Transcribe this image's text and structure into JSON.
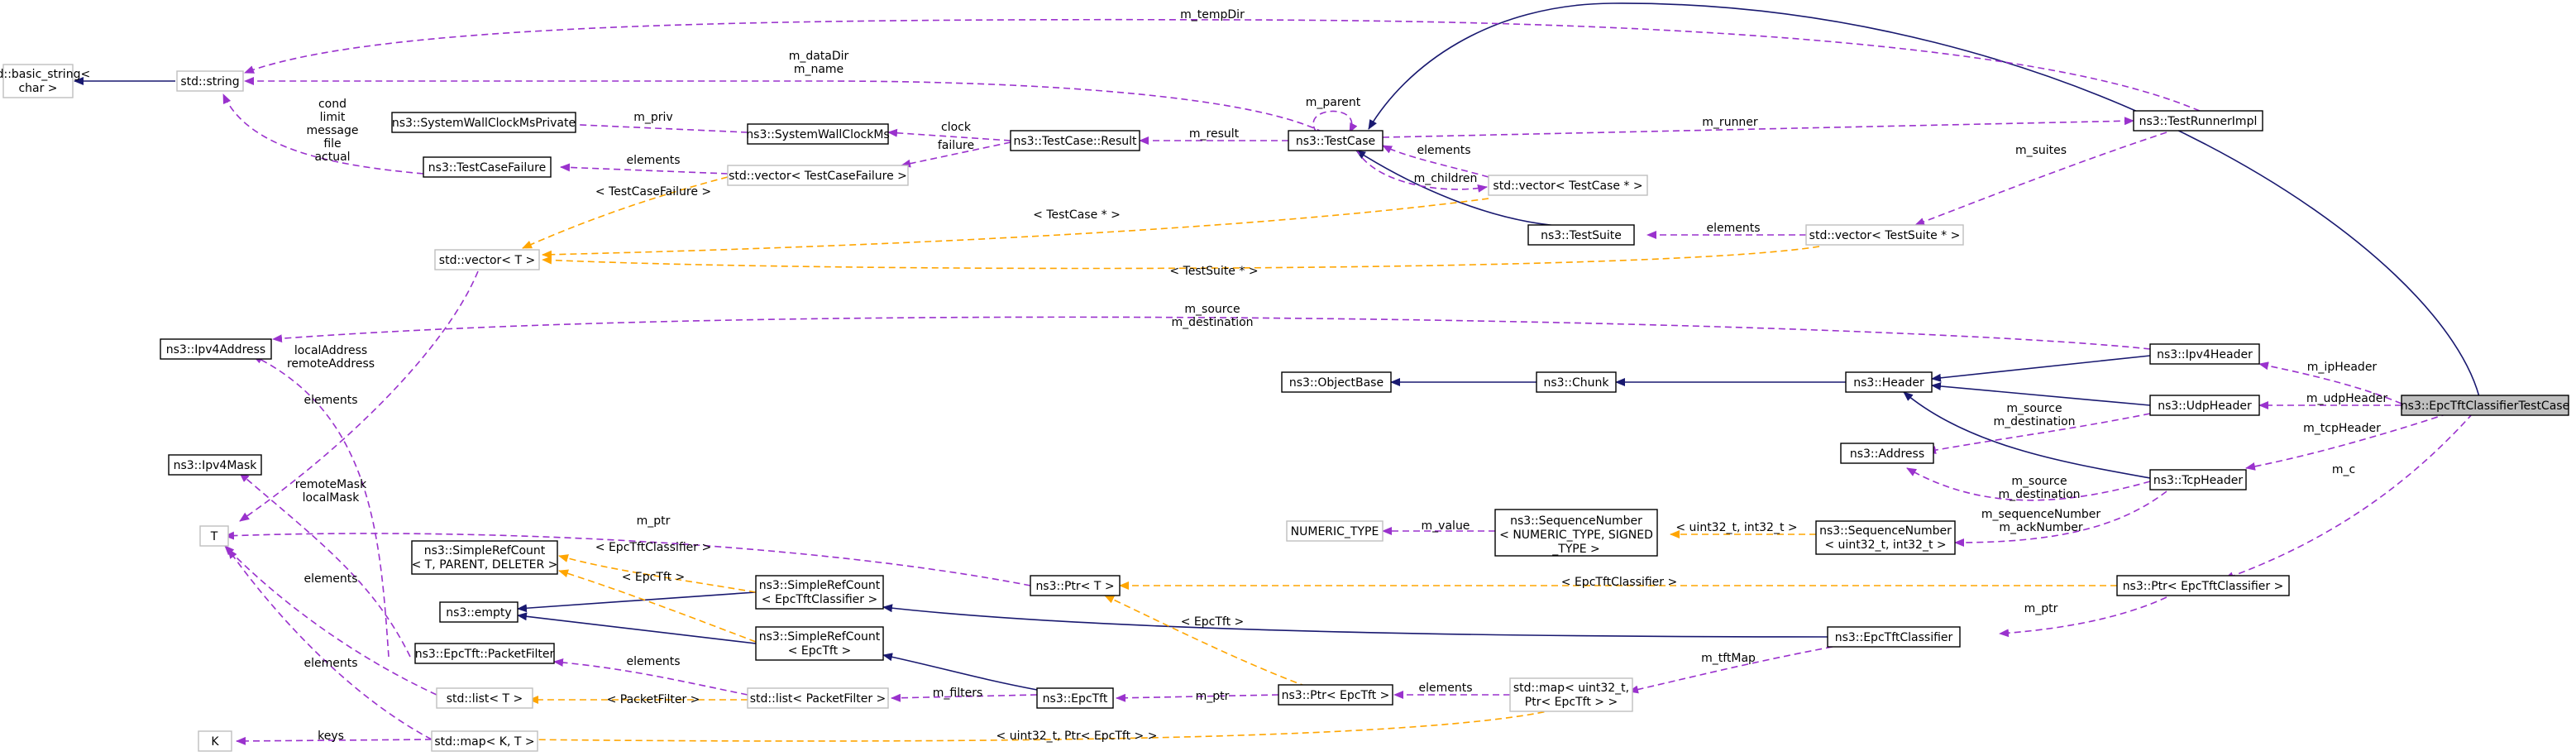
{
  "colors": {
    "inheritance": "#191970",
    "usage": "#9a32cd",
    "template": "#ffa500",
    "grey_node_border": "#bfbfbf",
    "focus_fill": "#bfbfbf"
  },
  "nodes": {
    "basic_string": [
      "std::basic_string<",
      "char >"
    ],
    "string": [
      "std::string"
    ],
    "wallclock_private": [
      "ns3::SystemWallClockMsPrivate"
    ],
    "wallclock": [
      "ns3::SystemWallClockMs"
    ],
    "testcase_result": [
      "ns3::TestCase::Result"
    ],
    "testcase": [
      "ns3::TestCase"
    ],
    "testrunnerimpl": [
      "ns3::TestRunnerImpl"
    ],
    "testcasefailure": [
      "ns3::TestCaseFailure"
    ],
    "vector_failure": [
      "std::vector< TestCaseFailure >"
    ],
    "vector_testcase": [
      "std::vector< TestCase * >"
    ],
    "vector_t": [
      "std::vector< T >"
    ],
    "testsuite": [
      "ns3::TestSuite"
    ],
    "vector_testsuite": [
      "std::vector< TestSuite * >"
    ],
    "ipv4address": [
      "ns3::Ipv4Address"
    ],
    "ipv4header": [
      "ns3::Ipv4Header"
    ],
    "objectbase": [
      "ns3::ObjectBase"
    ],
    "chunk": [
      "ns3::Chunk"
    ],
    "header": [
      "ns3::Header"
    ],
    "udpheader": [
      "ns3::UdpHeader"
    ],
    "focus": [
      "ns3::EpcTftClassifierTestCase"
    ],
    "address": [
      "ns3::Address"
    ],
    "tcpheader": [
      "ns3::TcpHeader"
    ],
    "ipv4mask": [
      "ns3::Ipv4Mask"
    ],
    "t": [
      "T"
    ],
    "numeric_type": [
      "NUMERIC_TYPE"
    ],
    "seqnum_template": [
      "ns3::SequenceNumber",
      "< NUMERIC_TYPE, SIGNED",
      "_TYPE >"
    ],
    "seqnum": [
      "ns3::SequenceNumber",
      "< uint32_t, int32_t >"
    ],
    "simplerefcount_template": [
      "ns3::SimpleRefCount",
      "< T, PARENT, DELETER >"
    ],
    "simplerefcount_classifier": [
      "ns3::SimpleRefCount",
      "< EpcTftClassifier >"
    ],
    "ptr_t": [
      "ns3::Ptr< T >"
    ],
    "ptr_classifier": [
      "ns3::Ptr< EpcTftClassifier >"
    ],
    "empty": [
      "ns3::empty"
    ],
    "simplerefcount_tft": [
      "ns3::SimpleRefCount",
      "< EpcTft >"
    ],
    "classifier": [
      "ns3::EpcTftClassifier"
    ],
    "packetfilter": [
      "ns3::EpcTft::PacketFilter"
    ],
    "list_t": [
      "std::list< T >"
    ],
    "list_packetfilter": [
      "std::list< PacketFilter >"
    ],
    "epctft": [
      "ns3::EpcTft"
    ],
    "ptr_tft": [
      "ns3::Ptr< EpcTft >"
    ],
    "map_uint_ptr": [
      "std::map< uint32_t,",
      "Ptr< EpcTft > >"
    ],
    "k": [
      "K"
    ],
    "map_kt": [
      "std::map< K, T >"
    ]
  },
  "labels": {
    "m_tempdir": [
      "m_tempDir"
    ],
    "datadir_name": [
      "m_dataDir",
      "m_name"
    ],
    "m_parent": [
      "m_parent"
    ],
    "m_priv": [
      "m_priv"
    ],
    "clock_failure": [
      "clock",
      "failure"
    ],
    "m_result": [
      "m_result"
    ],
    "m_runner": [
      "m_runner"
    ],
    "failure_fields": [
      "cond",
      "limit",
      "message",
      "file",
      "actual"
    ],
    "elements_failure": [
      "elements"
    ],
    "elements_testcase": [
      "elements"
    ],
    "m_children": [
      "m_children"
    ],
    "m_suites": [
      "m_suites"
    ],
    "lt_testcasefailure": [
      "< TestCaseFailure >"
    ],
    "lt_testcase": [
      "< TestCase * >"
    ],
    "elements_testsuite": [
      "elements"
    ],
    "lt_testsuite": [
      "< TestSuite * >"
    ],
    "source_dest_ipv4": [
      "m_source",
      "m_destination"
    ],
    "local_remote_address": [
      "localAddress",
      "remoteAddress"
    ],
    "elements_vector_t": [
      "elements"
    ],
    "m_ipheader": [
      "m_ipHeader"
    ],
    "m_udpheader": [
      "m_udpHeader"
    ],
    "source_dest_udp": [
      "m_source",
      "m_destination"
    ],
    "m_tcpheader": [
      "m_tcpHeader"
    ],
    "source_dest_tcp": [
      "m_source",
      "m_destination"
    ],
    "m_c": [
      "m_c"
    ],
    "remote_local_mask": [
      "remoteMask",
      "localMask"
    ],
    "m_ptr_t": [
      "m_ptr"
    ],
    "lt_classifier_src": [
      "< EpcTftClassifier >"
    ],
    "m_value": [
      "m_value"
    ],
    "lt_uint_int": [
      "< uint32_t, int32_t >"
    ],
    "seq_ack": [
      "m_sequenceNumber",
      "m_ackNumber"
    ],
    "lt_epctft_src": [
      "< EpcTft >"
    ],
    "lt_classifier_ptr": [
      "< EpcTftClassifier >"
    ],
    "m_ptr_classifier": [
      "m_ptr"
    ],
    "elements_list_t": [
      "elements"
    ],
    "lt_epctft_ptr": [
      "< EpcTft >"
    ],
    "elements_packetfilter": [
      "elements"
    ],
    "m_filters": [
      "m_filters"
    ],
    "m_ptr_tft": [
      "m_ptr"
    ],
    "elements_map": [
      "elements"
    ],
    "m_tftmap": [
      "m_tftMap"
    ],
    "lt_packetfilter": [
      "< PacketFilter >"
    ],
    "elements_map_t": [
      "elements"
    ],
    "keys": [
      "keys"
    ],
    "lt_uint_ptr": [
      "< uint32_t, Ptr< EpcTft > >"
    ]
  }
}
